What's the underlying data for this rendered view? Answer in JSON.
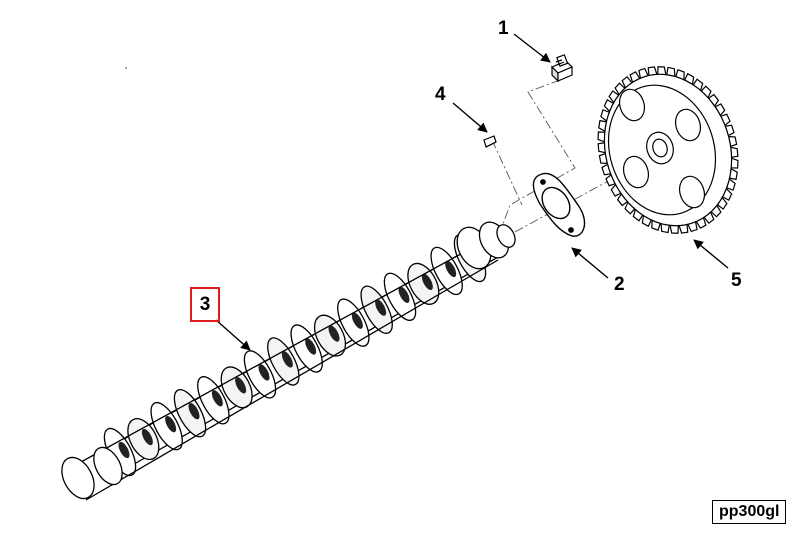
{
  "callouts": {
    "c1": "1",
    "c2": "2",
    "c3": "3",
    "c4": "4",
    "c5": "5"
  },
  "highlight_color": "#e01b1b",
  "figure_reference": "pp300gl"
}
